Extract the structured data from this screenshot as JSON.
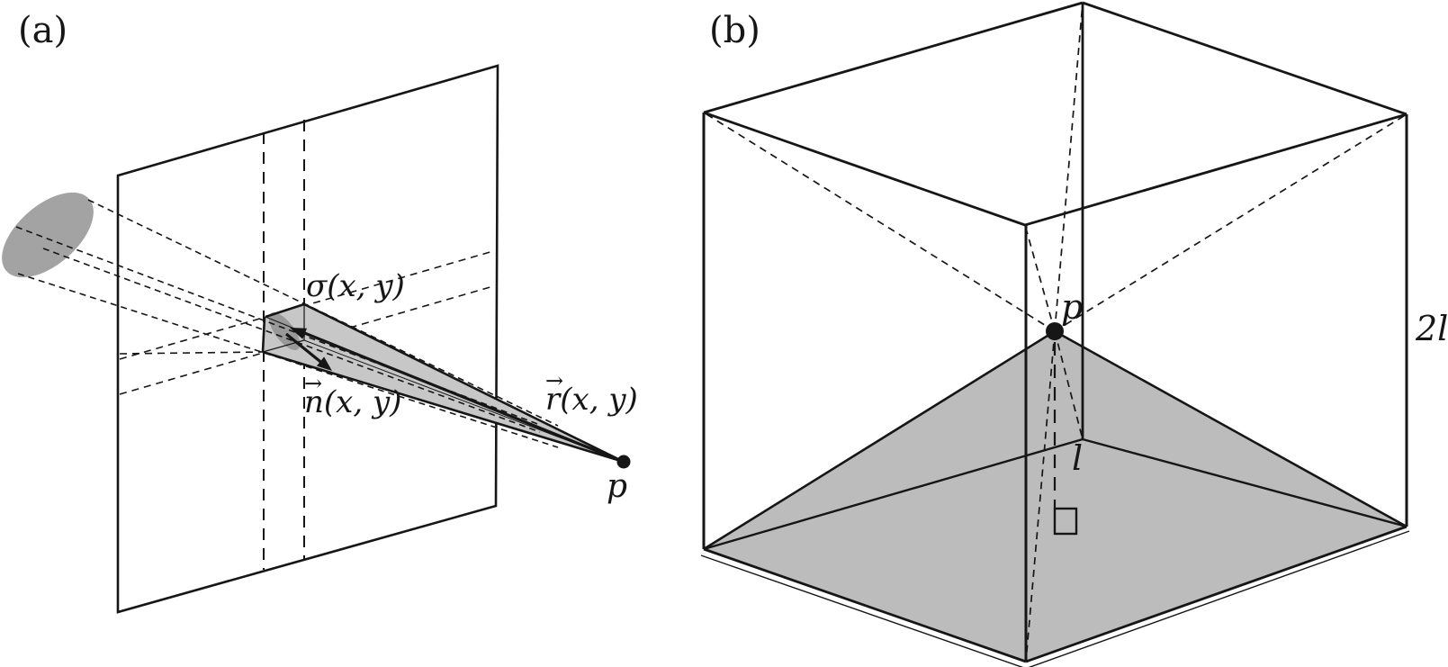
{
  "figure": {
    "panel_a": {
      "tag": "(a)",
      "sigma_label": "σ(x, y)",
      "n_label": {
        "arrow": "→",
        "head": "n",
        "rest": "(x, y)"
      },
      "r_label": {
        "arrow": "→",
        "head": "r",
        "rest": "(x, y)"
      },
      "point_label": "p"
    },
    "panel_b": {
      "tag": "(b)",
      "point_label": "p",
      "half_edge_label": "l",
      "edge_label": "2l"
    }
  },
  "colors": {
    "background": "#ffffff",
    "ink": "#161616",
    "source_ellipse_gray": "#a3a3a3",
    "patch_blob_gray": "#8d8d8d",
    "view_cone_gray": "#c7c7c7",
    "pyramid_gray": "#bcbcbc"
  }
}
